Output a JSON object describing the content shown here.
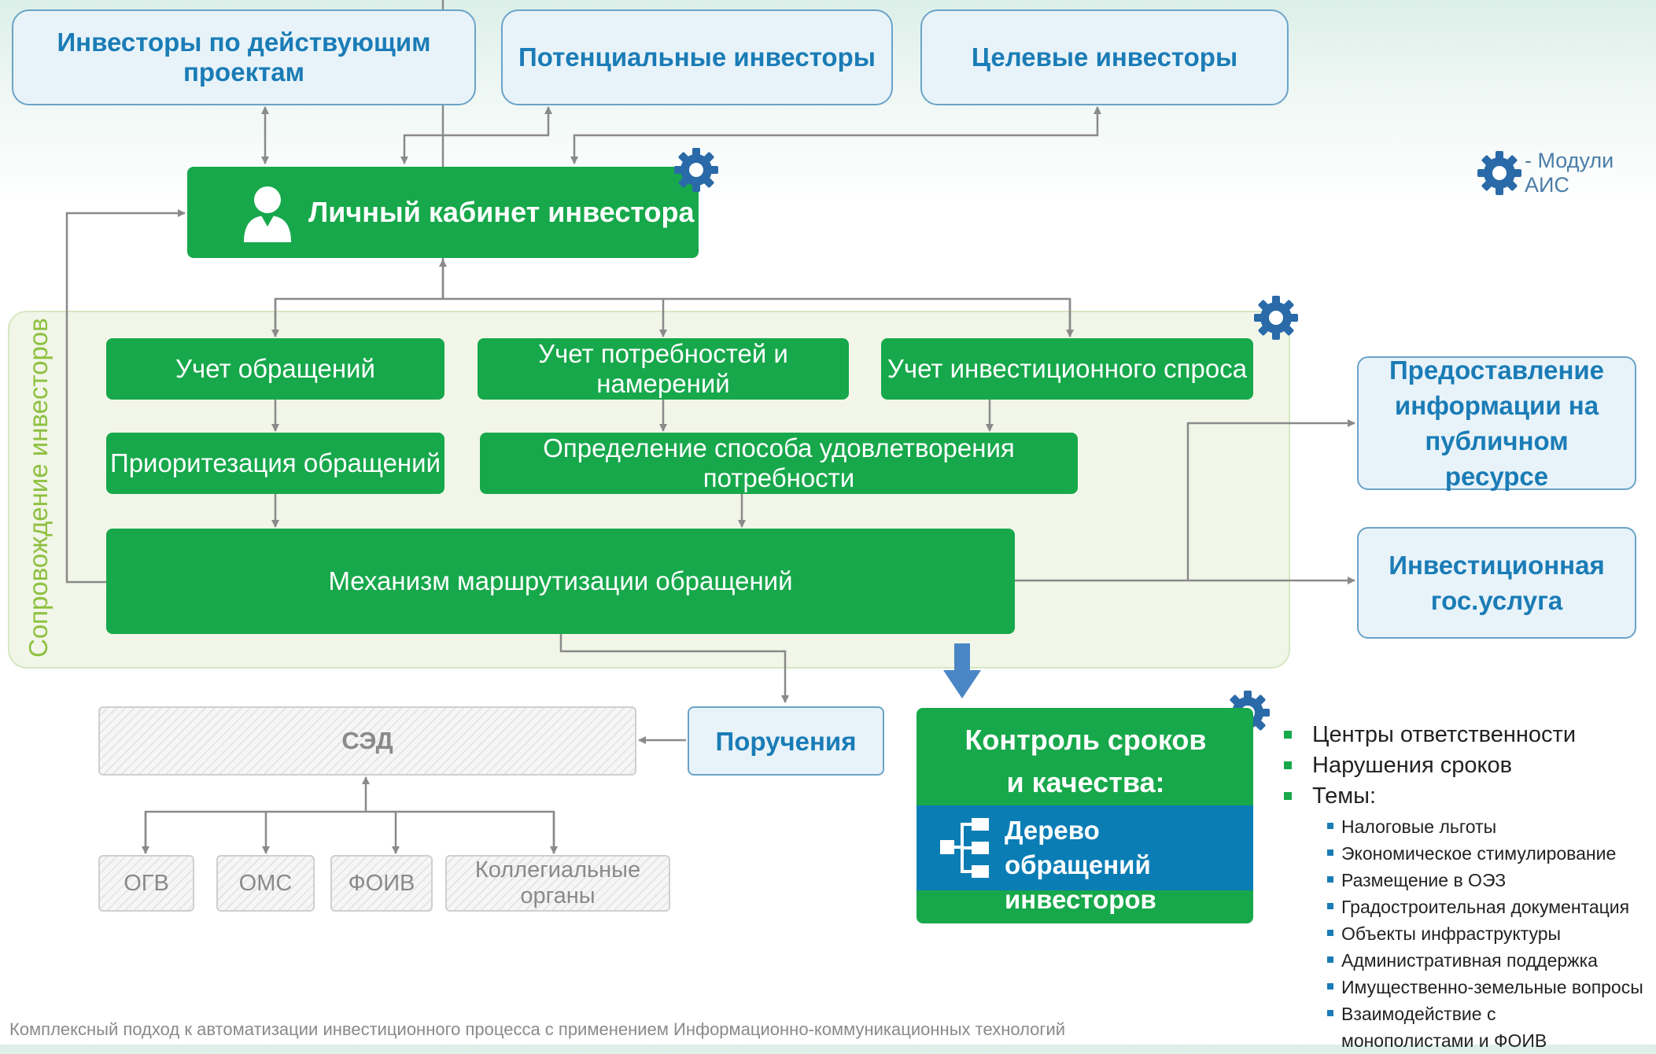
{
  "top_boxes": {
    "existing_investors": "Инвесторы по действующим проектам",
    "potential_investors": "Потенциальные инвесторы",
    "target_investors": "Целевые инвесторы"
  },
  "investor_cabinet": "Личный кабинет инвестора",
  "legend": "- Модули АИС",
  "support_zone_label": "Сопровождение инвесторов",
  "modules": {
    "appeals_accounting": "Учет обращений",
    "needs_accounting": "Учет потребностей и намерений",
    "demand_accounting": "Учет инвестиционного спроса",
    "appeals_prioritization": "Приоритезация обращений",
    "satisfaction_method": "Определение способа удовлетворения потребности",
    "routing": "Механизм маршрутизации обращений"
  },
  "public_info": "Предоставление информации  на публичном ресурсе",
  "gov_service": "Инвестиционная гос.услуга",
  "orders": "Поручения",
  "sed": "СЭД",
  "bodies": [
    "ОГВ",
    "ОМС",
    "ФОИВ",
    "Коллегиальные органы"
  ],
  "control": {
    "title": "Контроль сроков и качества:",
    "tree": "Дерево обращений инвесторов"
  },
  "control_list": {
    "items": [
      "Центры ответственности",
      "Нарушения сроков",
      "Темы:"
    ],
    "topics": [
      "Налоговые льготы",
      "Экономическое стимулирование",
      "Размещение в ОЭЗ",
      "Градостроительная документация",
      "Объекты инфраструктуры",
      "Административная поддержка",
      "Имущественно-земельные вопросы",
      "Взаимодействие с монополистами и ФОИВ"
    ]
  },
  "footer": "Комплексный подход к автоматизации инвестиционного процесса с применением Информационно-коммуникационных технологий",
  "colors": {
    "green": "#17a84b",
    "blue_text": "#1a7cb6",
    "gear": "#2a6aa8",
    "zone_label": "#8dc03f",
    "tree_band": "#0b7db5"
  },
  "icons": [
    "gear-icon",
    "user-icon",
    "tree-icon",
    "arrow-down-icon"
  ]
}
